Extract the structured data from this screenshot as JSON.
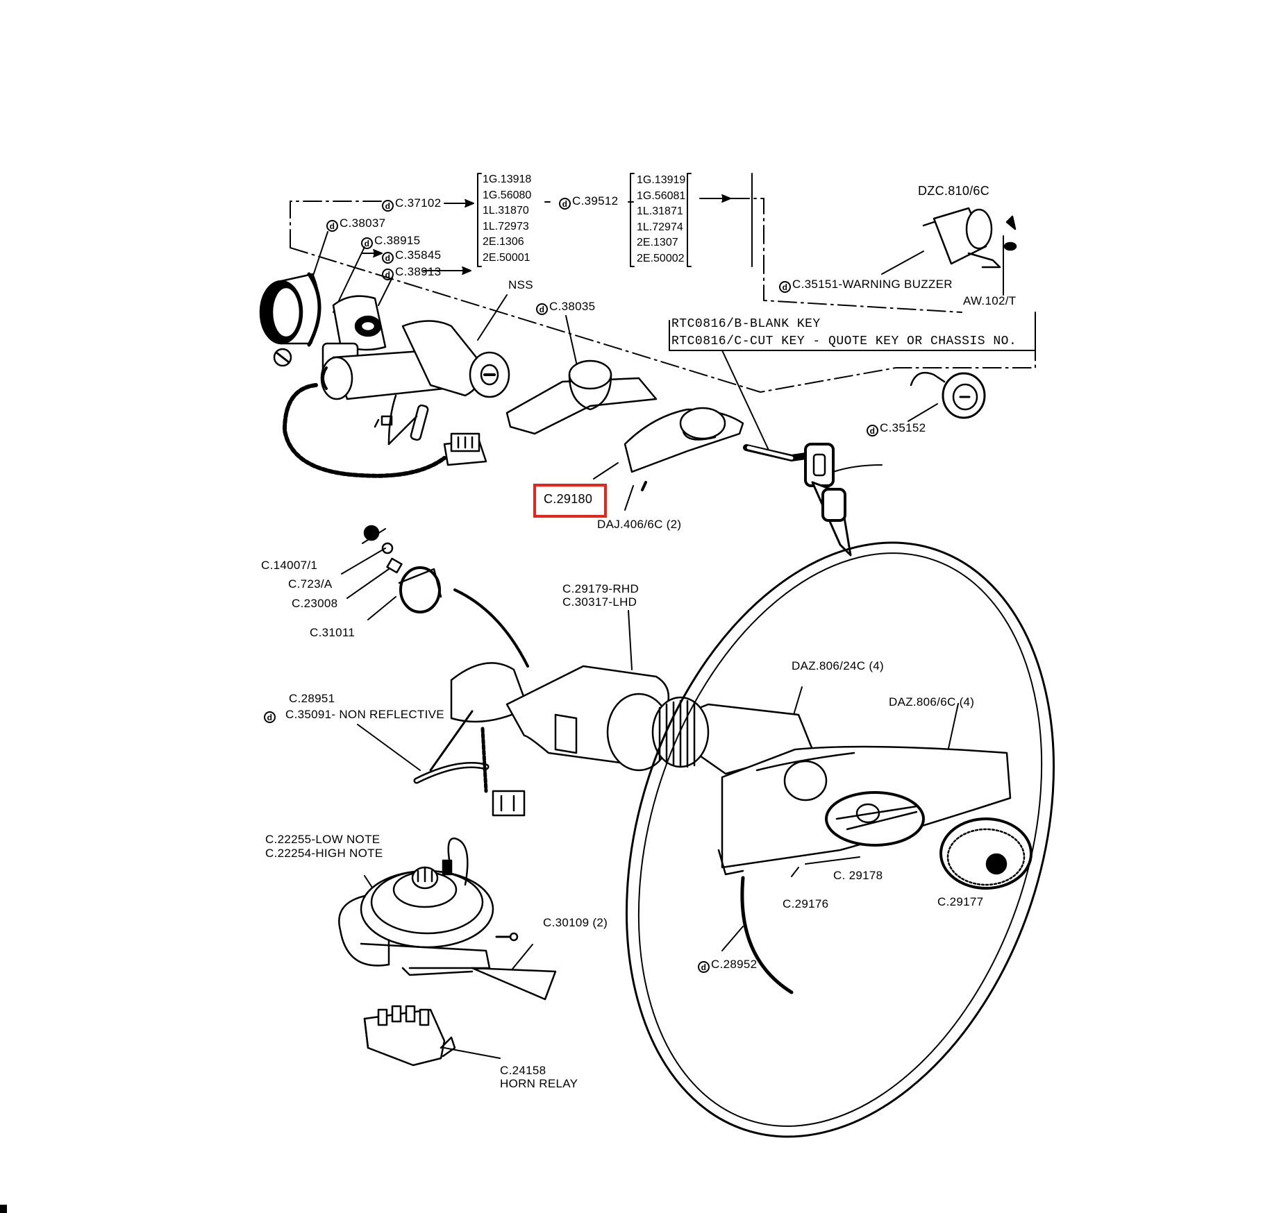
{
  "diagram": {
    "highlight_color": "#e8241c",
    "highlighted_part": "C.29180",
    "icon_symbol": "d",
    "labels": {
      "c37102": "C.37102",
      "c38037": "C.38037",
      "c38915": "C.38915",
      "c35845": "C.35845",
      "c38913": "C.38913",
      "c39512": "C.39512",
      "nss": "NSS",
      "c38035": "C.38035",
      "dzc810": "DZC.810/6C",
      "c35151": "C.35151-WARNING BUZZER",
      "aw102": "AW.102/T",
      "rtc_blank": "RTC0816/B-BLANK KEY",
      "rtc_cut": "RTC0816/C-CUT KEY - QUOTE KEY OR CHASSIS NO.",
      "c35152": "C.35152",
      "c29180": "C.29180",
      "daj406": "DAJ.406/6C (2)",
      "c14007": "C.14007/1",
      "c723": "C.723/A",
      "c23008": "C.23008",
      "c31011": "C.31011",
      "c29179": "C.29179-RHD",
      "c30317": "C.30317-LHD",
      "daz806_24": "DAZ.806/24C (4)",
      "daz806_6": "DAZ.806/6C (4)",
      "c28951": "C.28951",
      "c35091": "C.35091- NON REFLECTIVE",
      "c22255": "C.22255-LOW NOTE",
      "c22254": "C.22254-HIGH NOTE",
      "c29178": "C. 29178",
      "c29176": "C.29176",
      "c29177": "C.29177",
      "c30109": "C.30109 (2)",
      "c28952": "C.28952",
      "c24158": "C.24158",
      "horn_relay": "HORN RELAY"
    },
    "list_left": [
      "1G.13918",
      "1G.56080",
      "1L.31870",
      "1L.72973",
      "2E.1306",
      "2E.50001"
    ],
    "list_right": [
      "1G.13919",
      "1G.56081",
      "1L.31871",
      "1L.72974",
      "2E.1307",
      "2E.50002"
    ]
  }
}
